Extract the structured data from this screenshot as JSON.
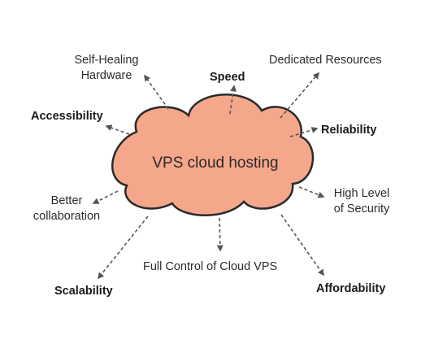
{
  "cloud": {
    "label": "VPS cloud hosting",
    "fill": "#f4a78b",
    "stroke": "#2a2a2a"
  },
  "arrow_color": "#555555",
  "features": {
    "self_healing_line1": "Self-Healing",
    "self_healing_line2": "Hardware",
    "speed": "Speed",
    "dedicated_resources": "Dedicated Resources",
    "accessibility": "Accessibility",
    "reliability": "Reliability",
    "better_collab_line1": "Better",
    "better_collab_line2": "collaboration",
    "high_security_line1": "High Level",
    "high_security_line2": "of Security",
    "full_control": "Full Control of Cloud VPS",
    "scalability": "Scalability",
    "affordability": "Affordability"
  }
}
